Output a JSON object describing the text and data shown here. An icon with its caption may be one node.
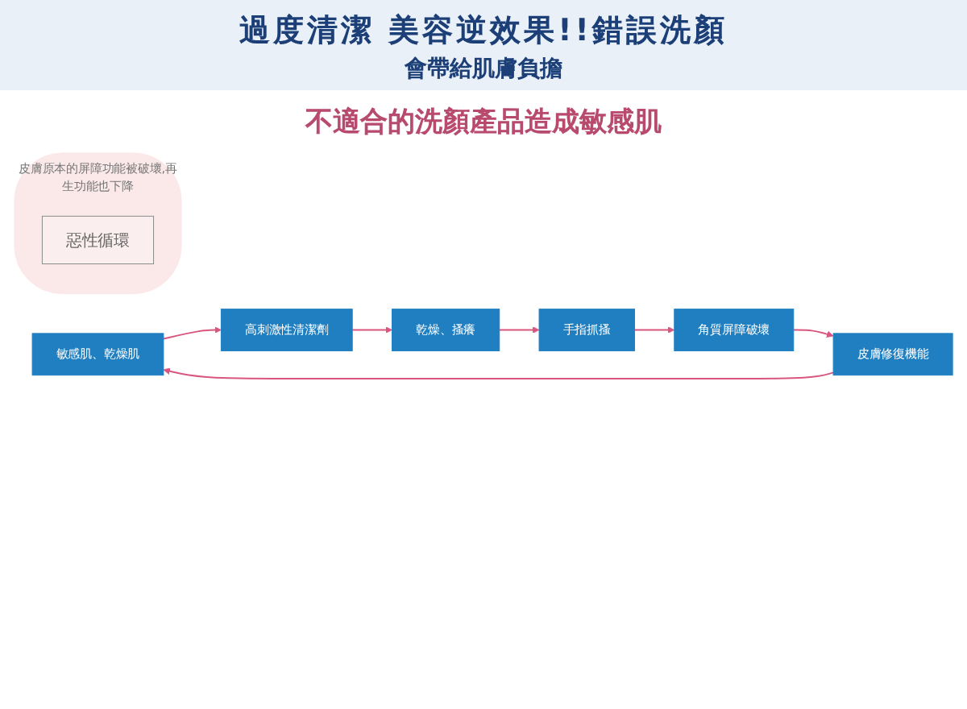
{
  "diagram": {
    "title": "過度清潔 美容逆效果!!錯誤洗顏",
    "nodes": [
      {
        "text": [
          "敏感肌、乾燥肌"
        ]
      },
      {
        "text": [
          "高刺激性清潔劑"
        ]
      },
      {
        "text": [
          "乾燥、搔癢"
        ]
      },
      {
        "text": [
          "手指抓搔"
        ]
      },
      {
        "text": [
          "角質屏障破壞"
        ]
      },
      {
        "text": [
          "皮膚修復機能"
        ]
      },
      {
        "text": [
          "皮膚原本的屏障功能被破壞,再生功能也下降"
        ]
      },
      {
        "text": [
          "惡性循環"
        ],
        "in": 6
      }
    ],
    "edges": [
      {
        "from": 0,
        "to": 1,
        "arrow": "to"
      },
      {
        "from": 1,
        "to": 2,
        "arrow": "to"
      },
      {
        "from": 2,
        "to": 3,
        "arrow": "to"
      },
      {
        "from": 3,
        "to": 4,
        "arrow": "to"
      },
      {
        "from": 4,
        "to": 5,
        "arrow": "to"
      },
      {
        "from": 5,
        "to": 0,
        "arrow": "to"
      }
    ],
    "labels": [
      "會帶給肌膚負擔",
      "不適合的洗顏產品造成敏感肌"
    ]
  }
}
